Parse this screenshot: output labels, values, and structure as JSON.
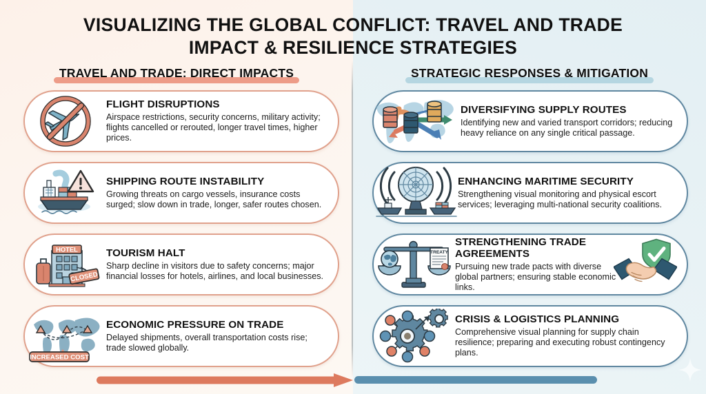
{
  "title": {
    "line1": "VISUALIZING THE GLOBAL CONFLICT: TRAVEL AND TRADE",
    "line2": "IMPACT & RESILIENCE STRATEGIES"
  },
  "colors": {
    "left_background": "#fdf4ee",
    "right_background": "#e8f2f5",
    "left_accent": "#e8836b",
    "right_accent": "#5a8fae",
    "left_card_border": "#e0a18c",
    "right_card_border": "#5f87a0",
    "title_text": "#101010"
  },
  "left_section": {
    "heading": "TRAVEL AND TRADE: DIRECT IMPACTS",
    "cards": [
      {
        "icon": "no-flight-icon",
        "title": "FLIGHT DISRUPTIONS",
        "description": "Airspace restrictions, security concerns, military activity; flights cancelled or rerouted, longer travel times, higher prices."
      },
      {
        "icon": "cargo-ship-warning-icon",
        "title": "SHIPPING ROUTE INSTABILITY",
        "description": "Growing threats on cargo vessels, insurance costs surged; slow down in trade, longer, safer routes chosen."
      },
      {
        "icon": "closed-hotel-icon",
        "title": "TOURISM HALT",
        "description": "Sharp decline in visitors due to safety concerns; major financial losses for hotels, airlines, and local businesses.",
        "icon_labels": [
          "HOTEL",
          "CLOSED"
        ]
      },
      {
        "icon": "world-map-increased-cost-icon",
        "title": "ECONOMIC PRESSURE ON TRADE",
        "description": "Delayed shipments, overall transportation costs rise; trade slowed globally.",
        "icon_labels": [
          "INCREASED COST"
        ]
      }
    ]
  },
  "right_section": {
    "heading": "STRATEGIC RESPONSES & MITIGATION",
    "cards": [
      {
        "icon": "supply-routes-map-icon",
        "title": "DIVERSIFYING SUPPLY ROUTES",
        "description": "Identifying new and varied transport corridors; reducing heavy reliance on any single critical passage."
      },
      {
        "icon": "radar-maritime-icon",
        "title": "ENHANCING MARITIME SECURITY",
        "description": "Strengthening visual monitoring and physical escort services; leveraging multi-national security coalitions."
      },
      {
        "icon": "scales-treaty-icon",
        "title": "STRENGTHENING TRADE AGREEMENTS",
        "description": "Pursuing new trade pacts with diverse global partners; ensuring stable economic links.",
        "icon_labels": [
          "TREATY"
        ],
        "extra_icon": "handshake-shield-icon"
      },
      {
        "icon": "gear-network-icon",
        "title": "CRISIS & LOGISTICS PLANNING",
        "description": "Comprehensive visual planning for supply chain resilience; preparing and executing robust contingency plans."
      }
    ]
  },
  "footer": {
    "left_arrow": "progress-arrow-right",
    "right_bar": "continuation-bar"
  }
}
